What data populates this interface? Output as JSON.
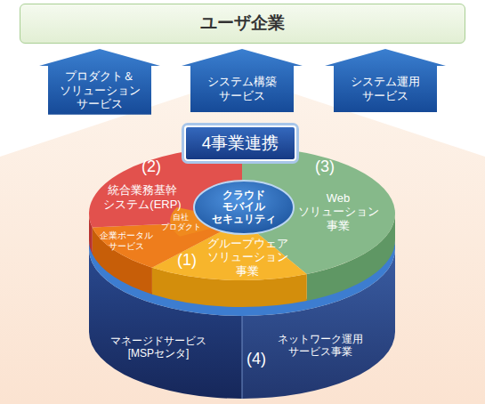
{
  "diagram": {
    "nodes": [
      {
        "text": [
          "ユーザ企業"
        ]
      },
      {
        "text": [
          "プロダクト＆ ソリューション サービス"
        ]
      },
      {
        "text": [
          "システム構築 サービス"
        ]
      },
      {
        "text": [
          "システム運用 サービス"
        ]
      },
      {
        "text": [
          "4事業連携"
        ]
      },
      {
        "text": [
          "統合業務基幹 システム(ERP)"
        ]
      },
      {
        "text": [
          "Web ソリューション 事業"
        ]
      },
      {
        "text": [
          "企業ポータル サービス"
        ]
      },
      {
        "text": [
          "自社 プロダクト"
        ]
      },
      {
        "text": [
          "クラウド モバイル セキュリティ"
        ]
      },
      {
        "text": [
          "グループウェア ソリューション 事業"
        ]
      },
      {
        "text": [
          "マネージドサービス [MSPセンタ]"
        ]
      },
      {
        "text": [
          "ネットワーク運用 サービス事業"
        ]
      }
    ],
    "labels": [
      "(2)",
      "(3)",
      "(1)",
      "(4)"
    ]
  }
}
